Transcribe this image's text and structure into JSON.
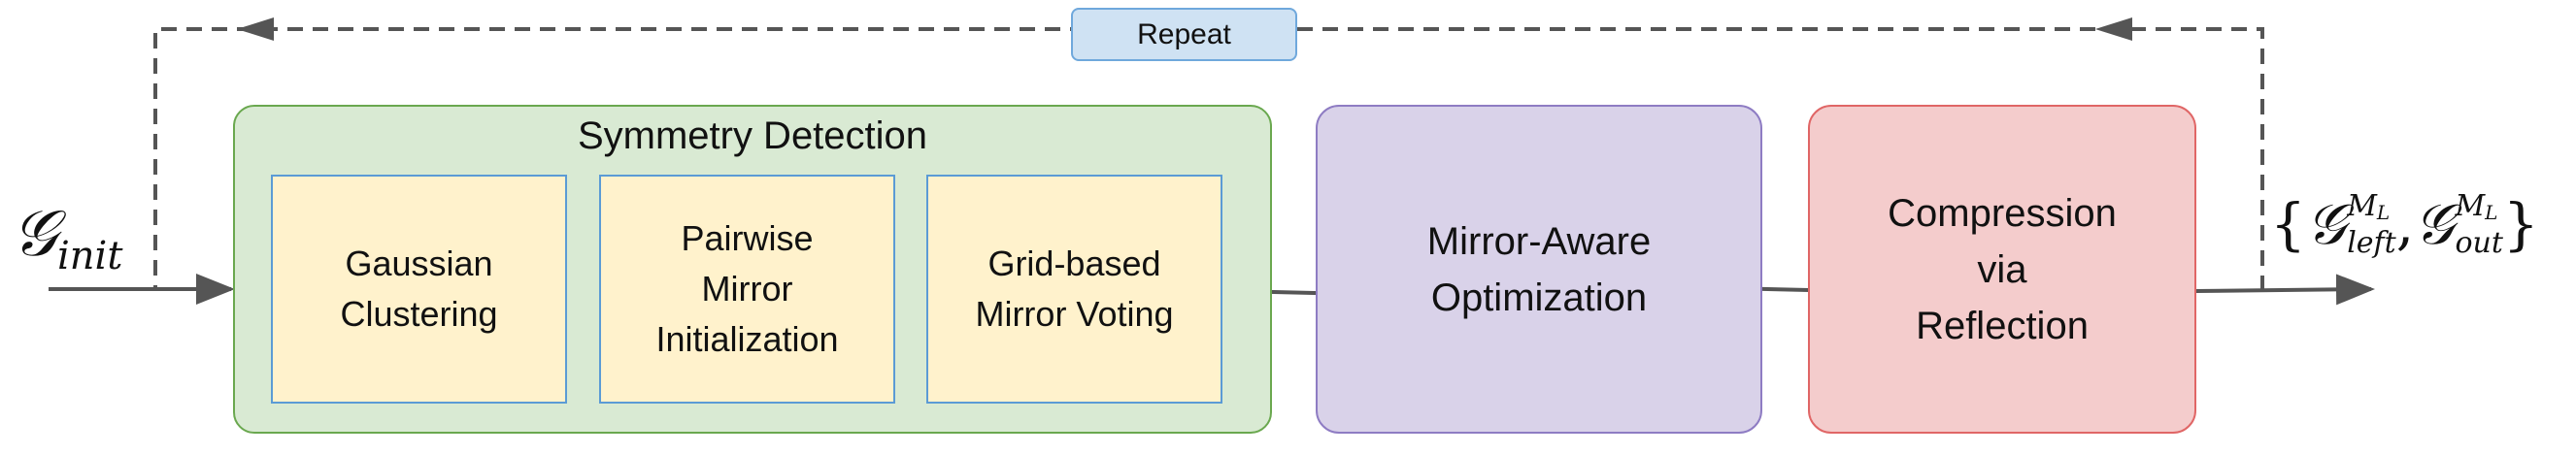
{
  "diagram": {
    "input_label": {
      "symbol": "𝒢",
      "subscript": "init"
    },
    "group": {
      "title": "Symmetry Detection",
      "steps": [
        "Gaussian\nClustering",
        "Pairwise\nMirror\nInitialization",
        "Grid-based\nMirror Voting"
      ]
    },
    "optimization": "Mirror-Aware\nOptimization",
    "compression": "Compression\nvia\nReflection",
    "repeat": "Repeat",
    "output_label": {
      "open": "{",
      "first": {
        "symbol": "𝒢",
        "sup": "M",
        "sup_sub": "L",
        "sub": "left"
      },
      "separator": ",",
      "second": {
        "symbol": "𝒢",
        "sup": "M",
        "sup_sub": "L",
        "sub": "out"
      },
      "close": "}"
    },
    "colors": {
      "group_fill": "#d9ead3",
      "group_border": "#6aa84f",
      "step_fill": "#fff2cc",
      "step_border": "#5b9bd5",
      "optimization_fill": "#d9d2e9",
      "compression_fill": "#f4cccc",
      "repeat_fill": "#cfe2f3",
      "arrow": "#555555"
    }
  }
}
